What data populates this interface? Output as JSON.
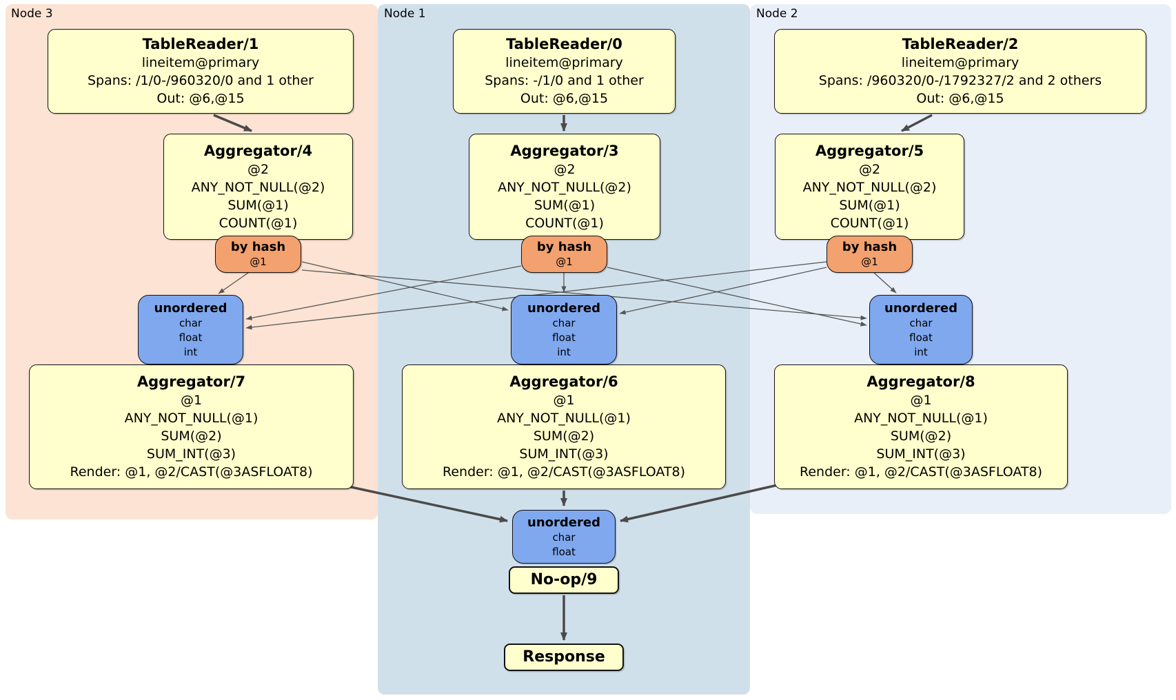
{
  "diagram": {
    "title": "DistSQL physical plan diagram",
    "colors": {
      "processor_fill": "#ffffcd",
      "router_fill": "#f2a16f",
      "sync_fill": "#7fa8ef",
      "node3_bg": "#fce3d3",
      "node1_bg": "#d0e0eb",
      "node2_bg": "#e9eff9",
      "edge_thick": "#4a4a4a",
      "edge_thin": "#555555"
    }
  },
  "clusters": {
    "node3": {
      "label": "Node 3"
    },
    "node1": {
      "label": "Node 1"
    },
    "node2": {
      "label": "Node 2"
    }
  },
  "boxes": {
    "tr1": {
      "title": "TableReader/1",
      "lines": [
        "lineitem@primary",
        "Spans: /1/0-/960320/0 and 1 other",
        "Out: @6,@15"
      ]
    },
    "tr0": {
      "title": "TableReader/0",
      "lines": [
        "lineitem@primary",
        "Spans: -/1/0 and 1 other",
        "Out: @6,@15"
      ]
    },
    "tr2": {
      "title": "TableReader/2",
      "lines": [
        "lineitem@primary",
        "Spans: /960320/0-/1792327/2 and 2 others",
        "Out: @6,@15"
      ]
    },
    "agg4": {
      "title": "Aggregator/4",
      "lines": [
        "@2",
        "ANY_NOT_NULL(@2)",
        "SUM(@1)",
        "COUNT(@1)"
      ]
    },
    "agg3": {
      "title": "Aggregator/3",
      "lines": [
        "@2",
        "ANY_NOT_NULL(@2)",
        "SUM(@1)",
        "COUNT(@1)"
      ]
    },
    "agg5": {
      "title": "Aggregator/5",
      "lines": [
        "@2",
        "ANY_NOT_NULL(@2)",
        "SUM(@1)",
        "COUNT(@1)"
      ]
    },
    "byhash3": {
      "title": "by hash",
      "lines": [
        "@1"
      ]
    },
    "byhash1": {
      "title": "by hash",
      "lines": [
        "@1"
      ]
    },
    "byhash2": {
      "title": "by hash",
      "lines": [
        "@1"
      ]
    },
    "uno3": {
      "title": "unordered",
      "lines": [
        "char",
        "float",
        "int"
      ]
    },
    "uno1": {
      "title": "unordered",
      "lines": [
        "char",
        "float",
        "int"
      ]
    },
    "uno2": {
      "title": "unordered",
      "lines": [
        "char",
        "float",
        "int"
      ]
    },
    "agg7": {
      "title": "Aggregator/7",
      "lines": [
        "@1",
        "ANY_NOT_NULL(@1)",
        "SUM(@2)",
        "SUM_INT(@3)",
        "Render: @1, @2/CAST(@3ASFLOAT8)"
      ]
    },
    "agg6": {
      "title": "Aggregator/6",
      "lines": [
        "@1",
        "ANY_NOT_NULL(@1)",
        "SUM(@2)",
        "SUM_INT(@3)",
        "Render: @1, @2/CAST(@3ASFLOAT8)"
      ]
    },
    "agg8": {
      "title": "Aggregator/8",
      "lines": [
        "@1",
        "ANY_NOT_NULL(@1)",
        "SUM(@2)",
        "SUM_INT(@3)",
        "Render: @1, @2/CAST(@3ASFLOAT8)"
      ]
    },
    "unob": {
      "title": "unordered",
      "lines": [
        "char",
        "float"
      ]
    },
    "noop": {
      "title": "No-op/9"
    },
    "response": {
      "title": "Response"
    }
  }
}
